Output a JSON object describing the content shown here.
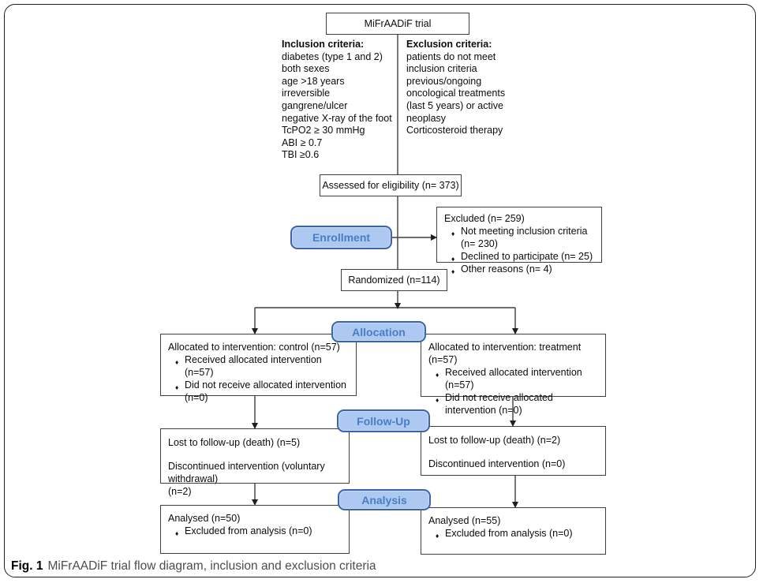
{
  "trial_box": {
    "label": "MiFrAADiF trial"
  },
  "criteria": {
    "inclusion": {
      "header": "Inclusion criteria:",
      "lines": [
        "diabetes (type 1 and 2)",
        "both sexes",
        "age >18 years",
        "irreversible",
        "gangrene/ulcer",
        "negative X-ray of the foot",
        "TcPO2 ≥ 30 mmHg",
        "ABI ≥ 0.7",
        "TBI ≥0.6"
      ]
    },
    "exclusion": {
      "header": "Exclusion criteria:",
      "lines": [
        "patients do not meet",
        "inclusion criteria",
        "previous/ongoing",
        "oncological treatments",
        "(last 5 years) or active",
        "neoplasy",
        "Corticosteroid therapy"
      ]
    }
  },
  "assessed_box": {
    "label": "Assessed for eligibility (n= 373)"
  },
  "excluded_box": {
    "title": "Excluded (n= 259)",
    "bullets": [
      "Not meeting inclusion criteria (n= 230)",
      "Declined to participate (n= 25)",
      "Other reasons (n= 4)"
    ]
  },
  "randomized_box": {
    "label": "Randomized (n=114)"
  },
  "stages": {
    "enrollment": "Enrollment",
    "allocation": "Allocation",
    "followup": "Follow-Up",
    "analysis": "Analysis"
  },
  "allocation_left": {
    "title": "Allocated to intervention: control (n=57)",
    "bullets": [
      "Received allocated intervention (n=57)",
      "Did not receive allocated intervention (n=0)"
    ]
  },
  "allocation_right": {
    "title": "Allocated to intervention: treatment (n=57)",
    "bullets": [
      "Received allocated intervention (n=57)",
      "Did not receive allocated intervention (n=0)"
    ]
  },
  "followup_left": {
    "line1": "Lost to follow-up (death) (n=5)",
    "line2": "Discontinued intervention (voluntary withdrawal)",
    "line3": "(n=2)"
  },
  "followup_right": {
    "line1": "Lost to follow-up (death) (n=2)",
    "line2": "Discontinued intervention (n=0)"
  },
  "analysis_left": {
    "title": "Analysed (n=50)",
    "bullets": [
      "Excluded from analysis (n=0)"
    ]
  },
  "analysis_right": {
    "title": "Analysed (n=55)",
    "bullets": [
      "Excluded from analysis (n=0)"
    ]
  },
  "caption": {
    "label": "Fig. 1",
    "text": "MiFrAADiF trial flow diagram, inclusion and exclusion criteria"
  },
  "colors": {
    "stage_fill": "#aec9f1",
    "stage_border": "#3d64a8",
    "stage_text": "#4a7ec2",
    "box_border": "#3f3f3f"
  }
}
